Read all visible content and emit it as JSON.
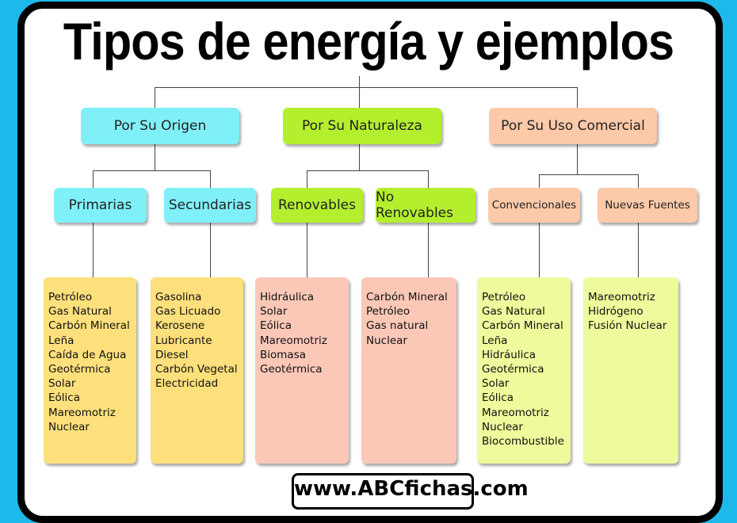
{
  "title": "Tipos de energía y ejemplos",
  "watermark": "www.ABCfichas.com",
  "colors": {
    "origen": "#80f0f8",
    "naturaleza": "#b4ef2e",
    "uso": "#fcc9a9",
    "yellow": "#fde07c",
    "pink": "#fbc8b8",
    "lightgreen": "#eefa9c"
  },
  "categories": [
    {
      "label": "Por Su Origen",
      "subs": [
        {
          "label": "Primarias",
          "items": [
            "Petróleo",
            "Gas Natural",
            "Carbón Mineral",
            "Leña",
            "Caída de Agua",
            "Geotérmica",
            "Solar",
            "Eólica",
            "Mareomotriz",
            "Nuclear"
          ]
        },
        {
          "label": "Secundarias",
          "items": [
            "Gasolina",
            "Gas Licuado",
            "Kerosene",
            "Lubricante",
            "Diesel",
            "Carbón Vegetal",
            "Electricidad"
          ]
        }
      ]
    },
    {
      "label": "Por Su Naturaleza",
      "subs": [
        {
          "label": "Renovables",
          "items": [
            "Hidráulica",
            "Solar",
            "Eólica",
            "Mareomotriz",
            "Biomasa",
            "Geotérmica"
          ]
        },
        {
          "label": "No Renovables",
          "items": [
            "Carbón Mineral",
            "Petróleo",
            "Gas natural",
            "Nuclear"
          ]
        }
      ]
    },
    {
      "label": "Por Su Uso Comercial",
      "subs": [
        {
          "label": "Convencionales",
          "items": [
            "Petróleo",
            "Gas Natural",
            "Carbón Mineral",
            "Leña",
            "Hidráulica",
            "Geotérmica",
            "Solar",
            "Eólica",
            "Mareomotriz",
            "Nuclear",
            "Biocombustible"
          ]
        },
        {
          "label": "Nuevas Fuentes",
          "items": [
            "Mareomotriz",
            "Hidrógeno",
            "Fusión Nuclear"
          ]
        }
      ]
    }
  ]
}
